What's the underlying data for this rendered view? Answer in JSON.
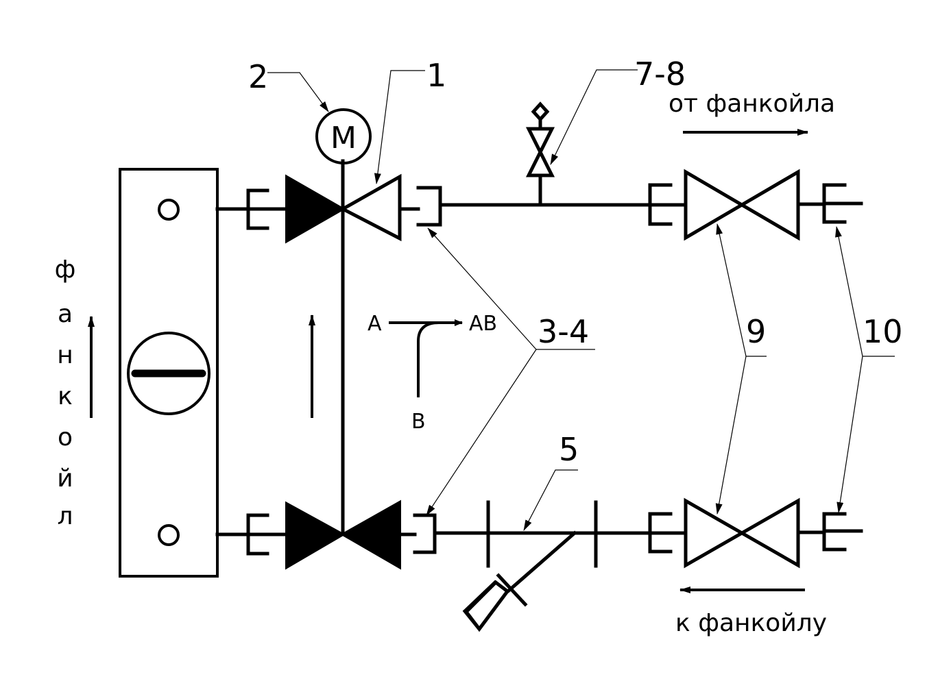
{
  "labels": {
    "actuator": "2",
    "motor": "M",
    "three_way_valve": "1",
    "air_vent": "7-8",
    "couplings": "3-4",
    "strainer": "5",
    "shutoff_valves": "9",
    "unions": "10"
  },
  "flow_text": {
    "from_fancoil": "от фанкойла",
    "to_fancoil": "к фанкойлу"
  },
  "fancoil_letters": [
    "ф",
    "а",
    "н",
    "к",
    "о",
    "й",
    "л"
  ],
  "valve_ports": {
    "a": "A",
    "ab": "AB",
    "b": "B"
  }
}
